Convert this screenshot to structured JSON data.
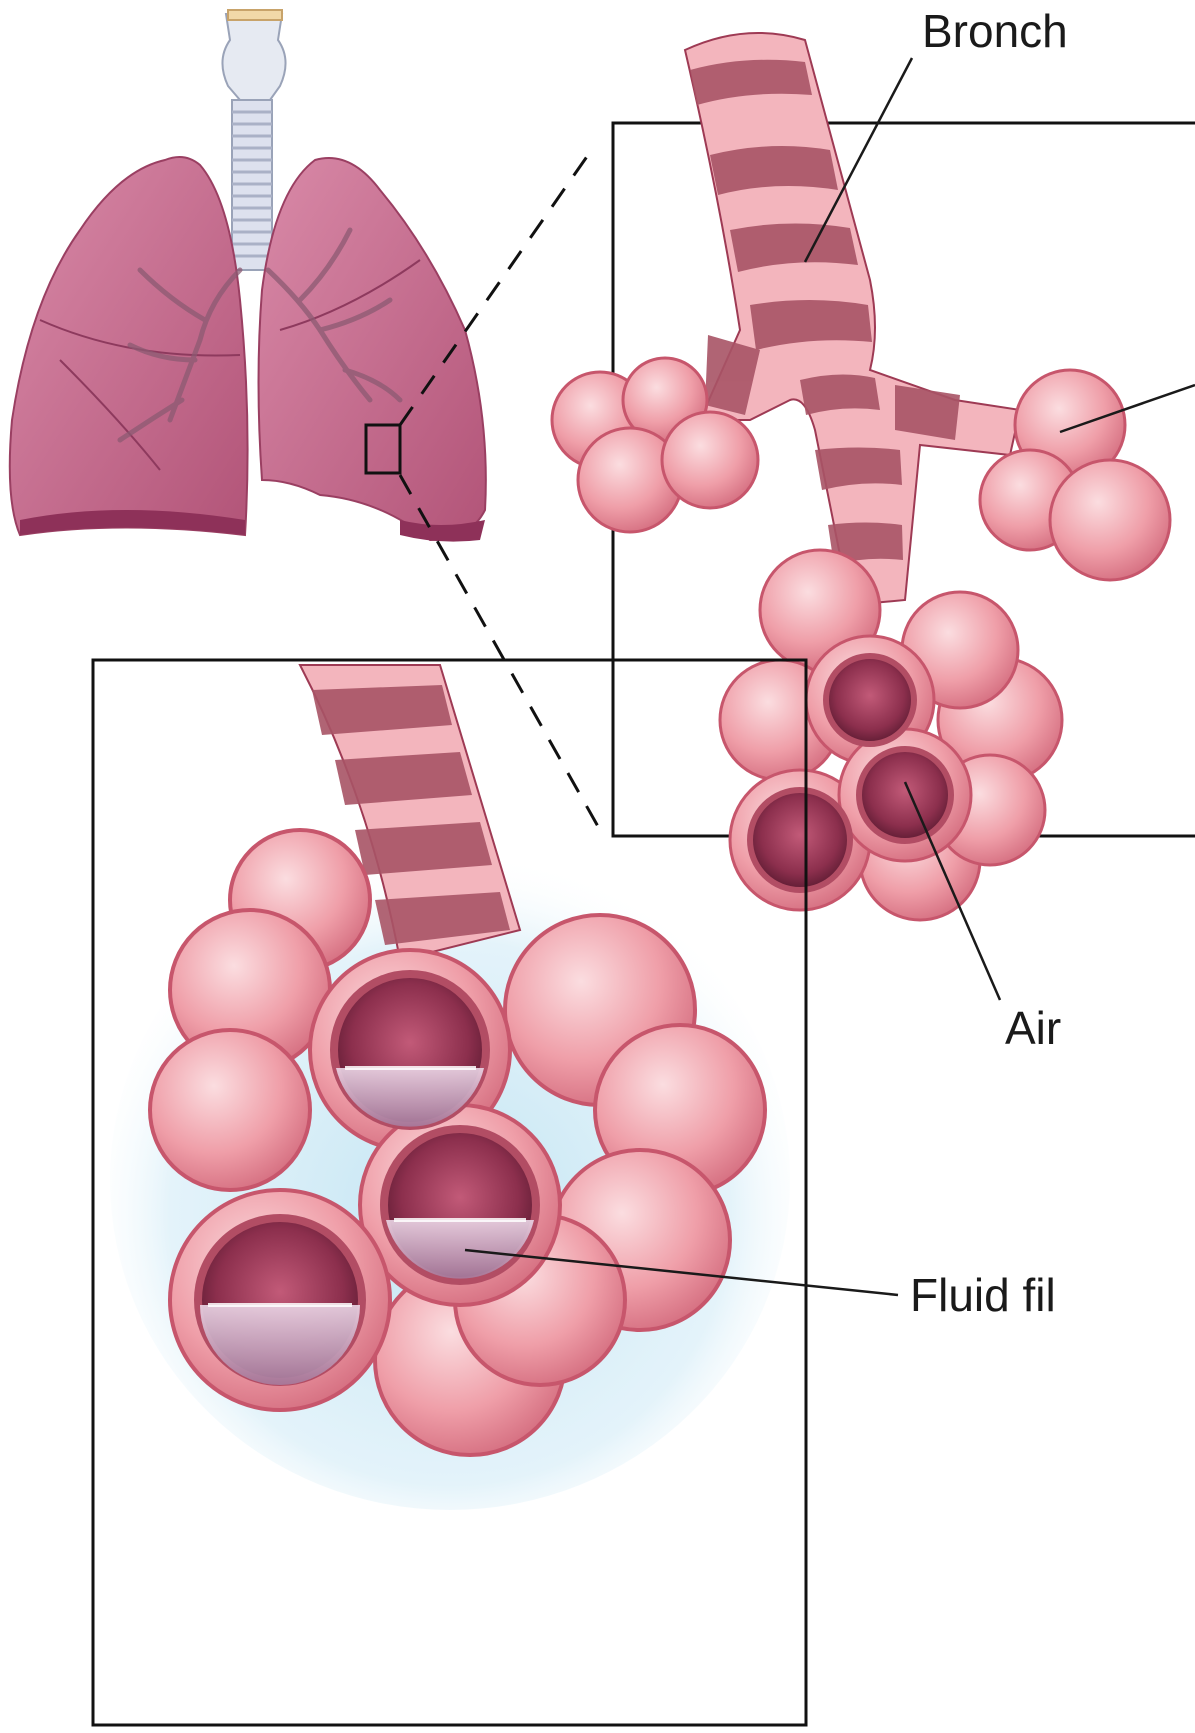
{
  "labels": {
    "bronchiole": "Bronch",
    "air": "Air",
    "fluid": "Fluid fil"
  },
  "colors": {
    "lung": "#c9708f",
    "lung_dark": "#9a3f62",
    "tissue": "#e58a98",
    "tissue_light": "#f6c3c8",
    "band": "#a85466",
    "lumen": "#8c2f4d",
    "fluid": "#caa7c0",
    "glow": "#bfe3f2",
    "line": "#1a1a1a"
  }
}
